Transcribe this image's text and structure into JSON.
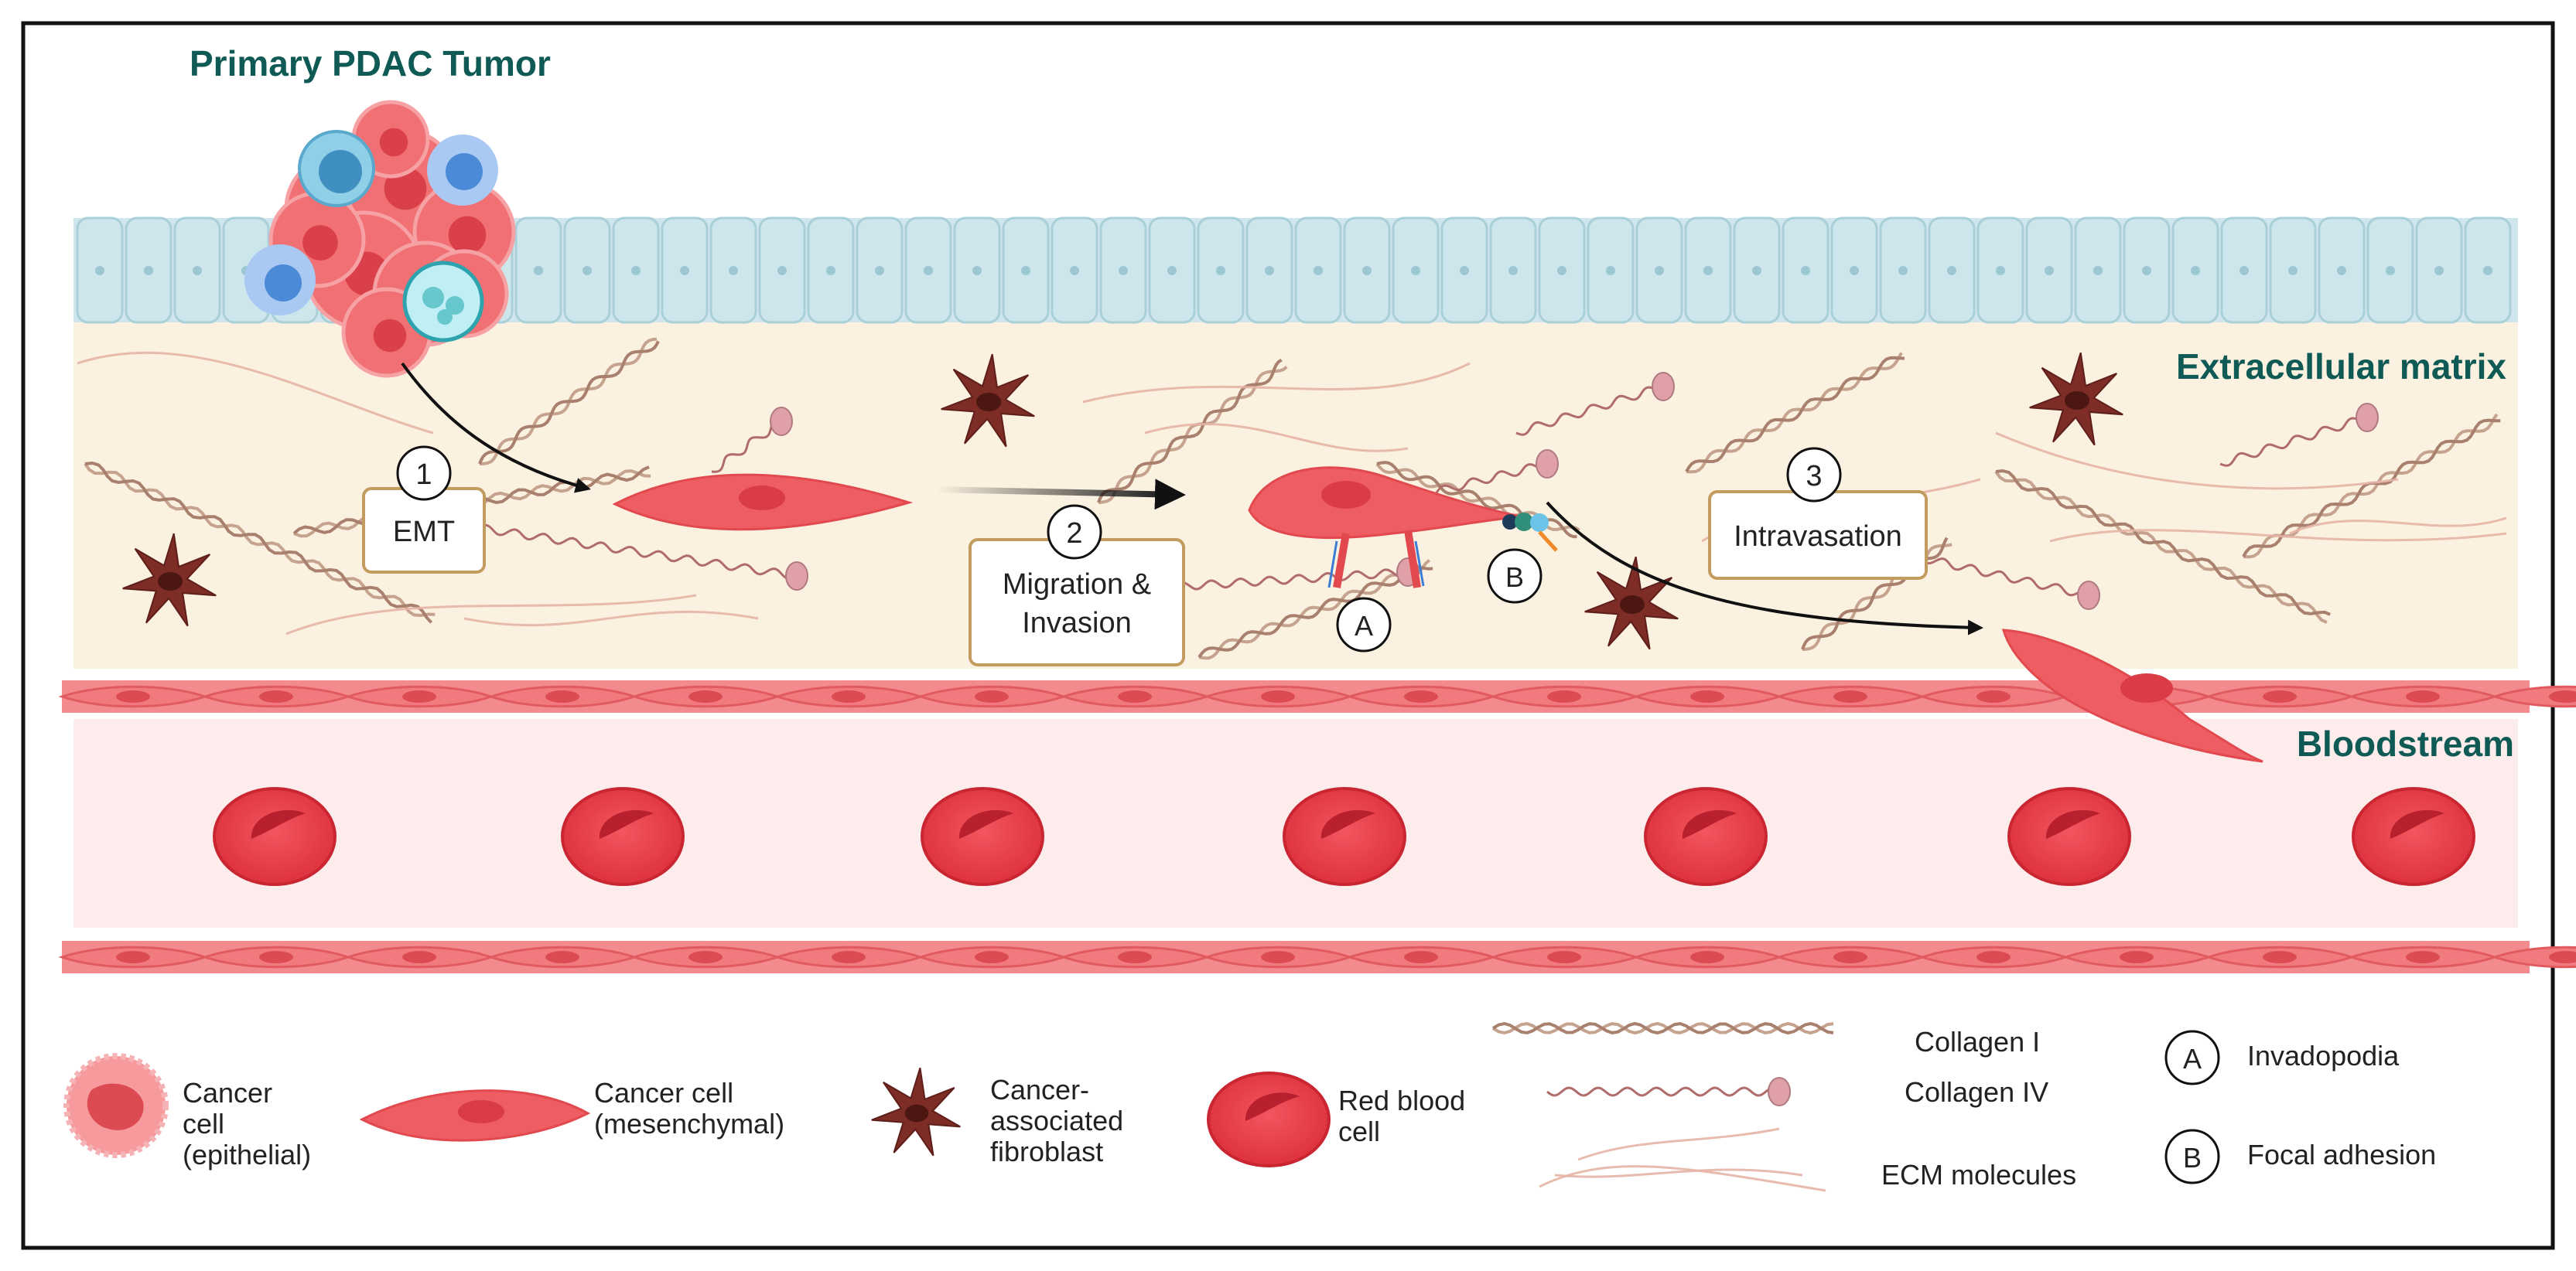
{
  "labels": {
    "primary_tumor": "Primary PDAC Tumor",
    "extracellular_matrix": "Extracellular matrix",
    "bloodstream": "Bloodstream"
  },
  "steps": [
    {
      "number": "1",
      "lines": [
        "EMT"
      ]
    },
    {
      "number": "2",
      "lines": [
        "Migration &",
        "Invasion"
      ]
    },
    {
      "number": "3",
      "lines": [
        "Intravasation"
      ]
    }
  ],
  "markers": {
    "a": "A",
    "b": "B"
  },
  "legend": {
    "cancer_epithelial": [
      "Cancer",
      "cell",
      "(epithelial)"
    ],
    "cancer_mesenchymal": [
      "Cancer cell",
      "(mesenchymal)"
    ],
    "caf": [
      "Cancer-",
      "associated",
      "fibroblast"
    ],
    "rbc": [
      "Red blood",
      "cell"
    ],
    "collagen1": "Collagen I",
    "collagen4": "Collagen IV",
    "ecm": "ECM molecules",
    "key_a": {
      "letter": "A",
      "label": "Invadopodia"
    },
    "key_b": {
      "letter": "B",
      "label": "Focal adhesion"
    }
  },
  "colors": {
    "title_teal": "#0f5a55",
    "ecm_bg": "#fbf1e0",
    "epithelium": "#cfe6ec",
    "vessel_wall": "#f07a7e",
    "lumen": "#fcecec",
    "rbc": "#e53a45",
    "cancer": "#ee5d62",
    "caf": "#7d2c26",
    "box_border": "#c29b5e"
  }
}
